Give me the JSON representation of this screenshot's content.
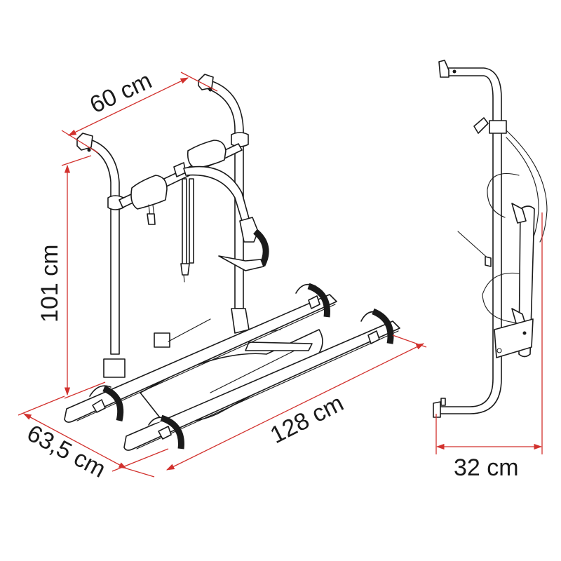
{
  "figure": {
    "type": "technical-dimension-drawing",
    "subject": "rear-mounted bike carrier",
    "views": [
      "perspective",
      "side"
    ]
  },
  "dimensions": {
    "width_top": {
      "label": "60 cm",
      "value": 60,
      "unit": "cm"
    },
    "height": {
      "label": "101 cm",
      "value": 101,
      "unit": "cm"
    },
    "depth": {
      "label": "63,5 cm",
      "value": 63.5,
      "unit": "cm"
    },
    "rail_length": {
      "label": "128 cm",
      "value": 128,
      "unit": "cm"
    },
    "side_depth": {
      "label": "32 cm",
      "value": 32,
      "unit": "cm"
    }
  },
  "colors": {
    "dimension_line": "#d2312d",
    "drawing_line": "#1a1a1a",
    "background": "#ffffff"
  }
}
